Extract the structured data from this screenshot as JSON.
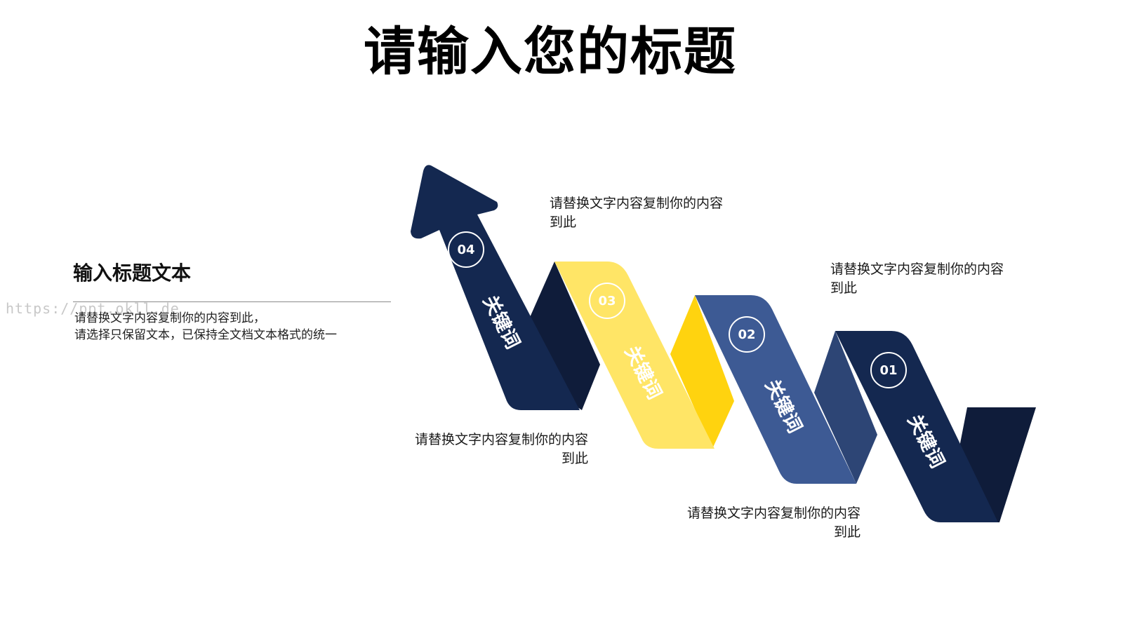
{
  "title": "请输入您的标题",
  "left": {
    "heading": "输入标题文本",
    "body_line1": "请替换文字内容复制你的内容到此，",
    "body_line2": "请选择只保留文本，已保持全文档文本格式的统一",
    "watermark": "https://ppt.okll.de"
  },
  "colors": {
    "navy": "#142850",
    "navy_dark": "#0f1c3a",
    "yellow": "#ffe566",
    "yellow_dark": "#ffd30f",
    "blue": "#3d5a94",
    "blue_dark": "#2d4575"
  },
  "steps": [
    {
      "number": "04",
      "keyword": "关键词",
      "color": "navy"
    },
    {
      "number": "03",
      "keyword": "关键词",
      "color": "yellow"
    },
    {
      "number": "02",
      "keyword": "关键词",
      "color": "blue"
    },
    {
      "number": "01",
      "keyword": "关键词",
      "color": "navy"
    }
  ],
  "descriptions": {
    "d04": {
      "line1": "请替换文字内容复制你的内容",
      "line2": "到此"
    },
    "d02": {
      "line1": "请替换文字内容复制你的内容",
      "line2": "到此"
    },
    "d03": {
      "line1": "请替换文字内容复制你的内容",
      "line2": "到此"
    },
    "d01": {
      "line1": "请替换文字内容复制你的内容",
      "line2": "到此"
    }
  }
}
